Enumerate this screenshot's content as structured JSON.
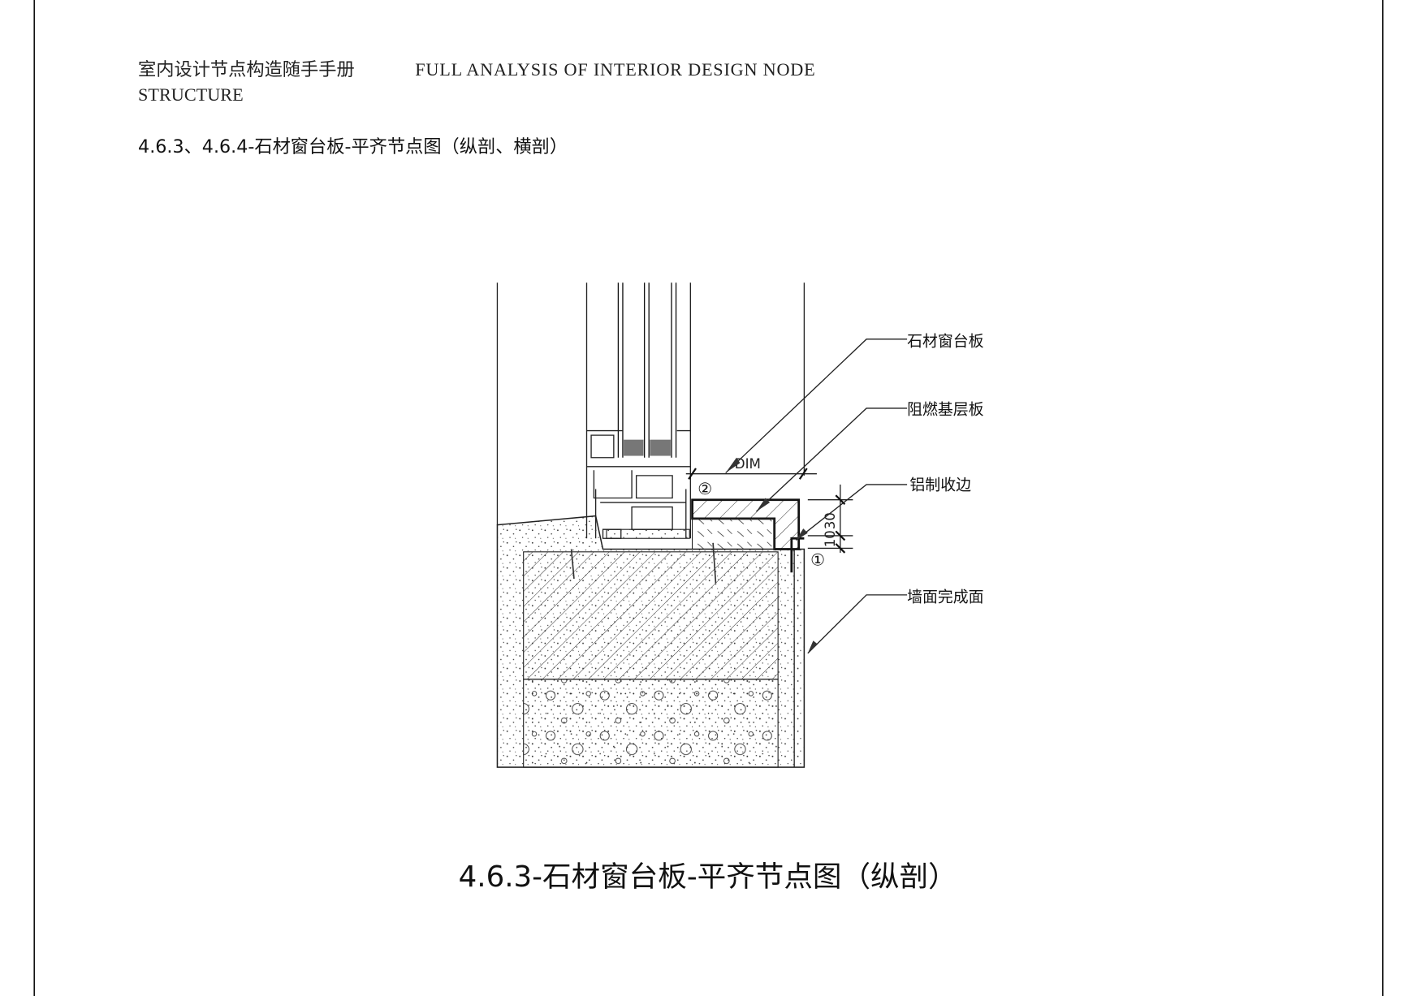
{
  "header": {
    "book_title_cn": "室内设计节点构造随手手册",
    "book_title_en_line1": "FULL ANALYSIS OF INTERIOR DESIGN NODE",
    "book_title_en_line2": "STRUCTURE",
    "section_title": "4.6.3、4.6.4-石材窗台板-平齐节点图（纵剖、横剖）"
  },
  "drawing": {
    "labels": {
      "stone_sill": "石材窗台板",
      "fire_board": "阻燃基层板",
      "aluminum_edge": "铝制收边",
      "wall_finish": "墙面完成面"
    },
    "dimensions": {
      "dim_label": "DIM",
      "thickness": "30",
      "gap": "10"
    },
    "markers": {
      "marker_1": "①",
      "marker_2": "②"
    },
    "caption": "4.6.3-石材窗台板-平齐节点图（纵剖）"
  }
}
